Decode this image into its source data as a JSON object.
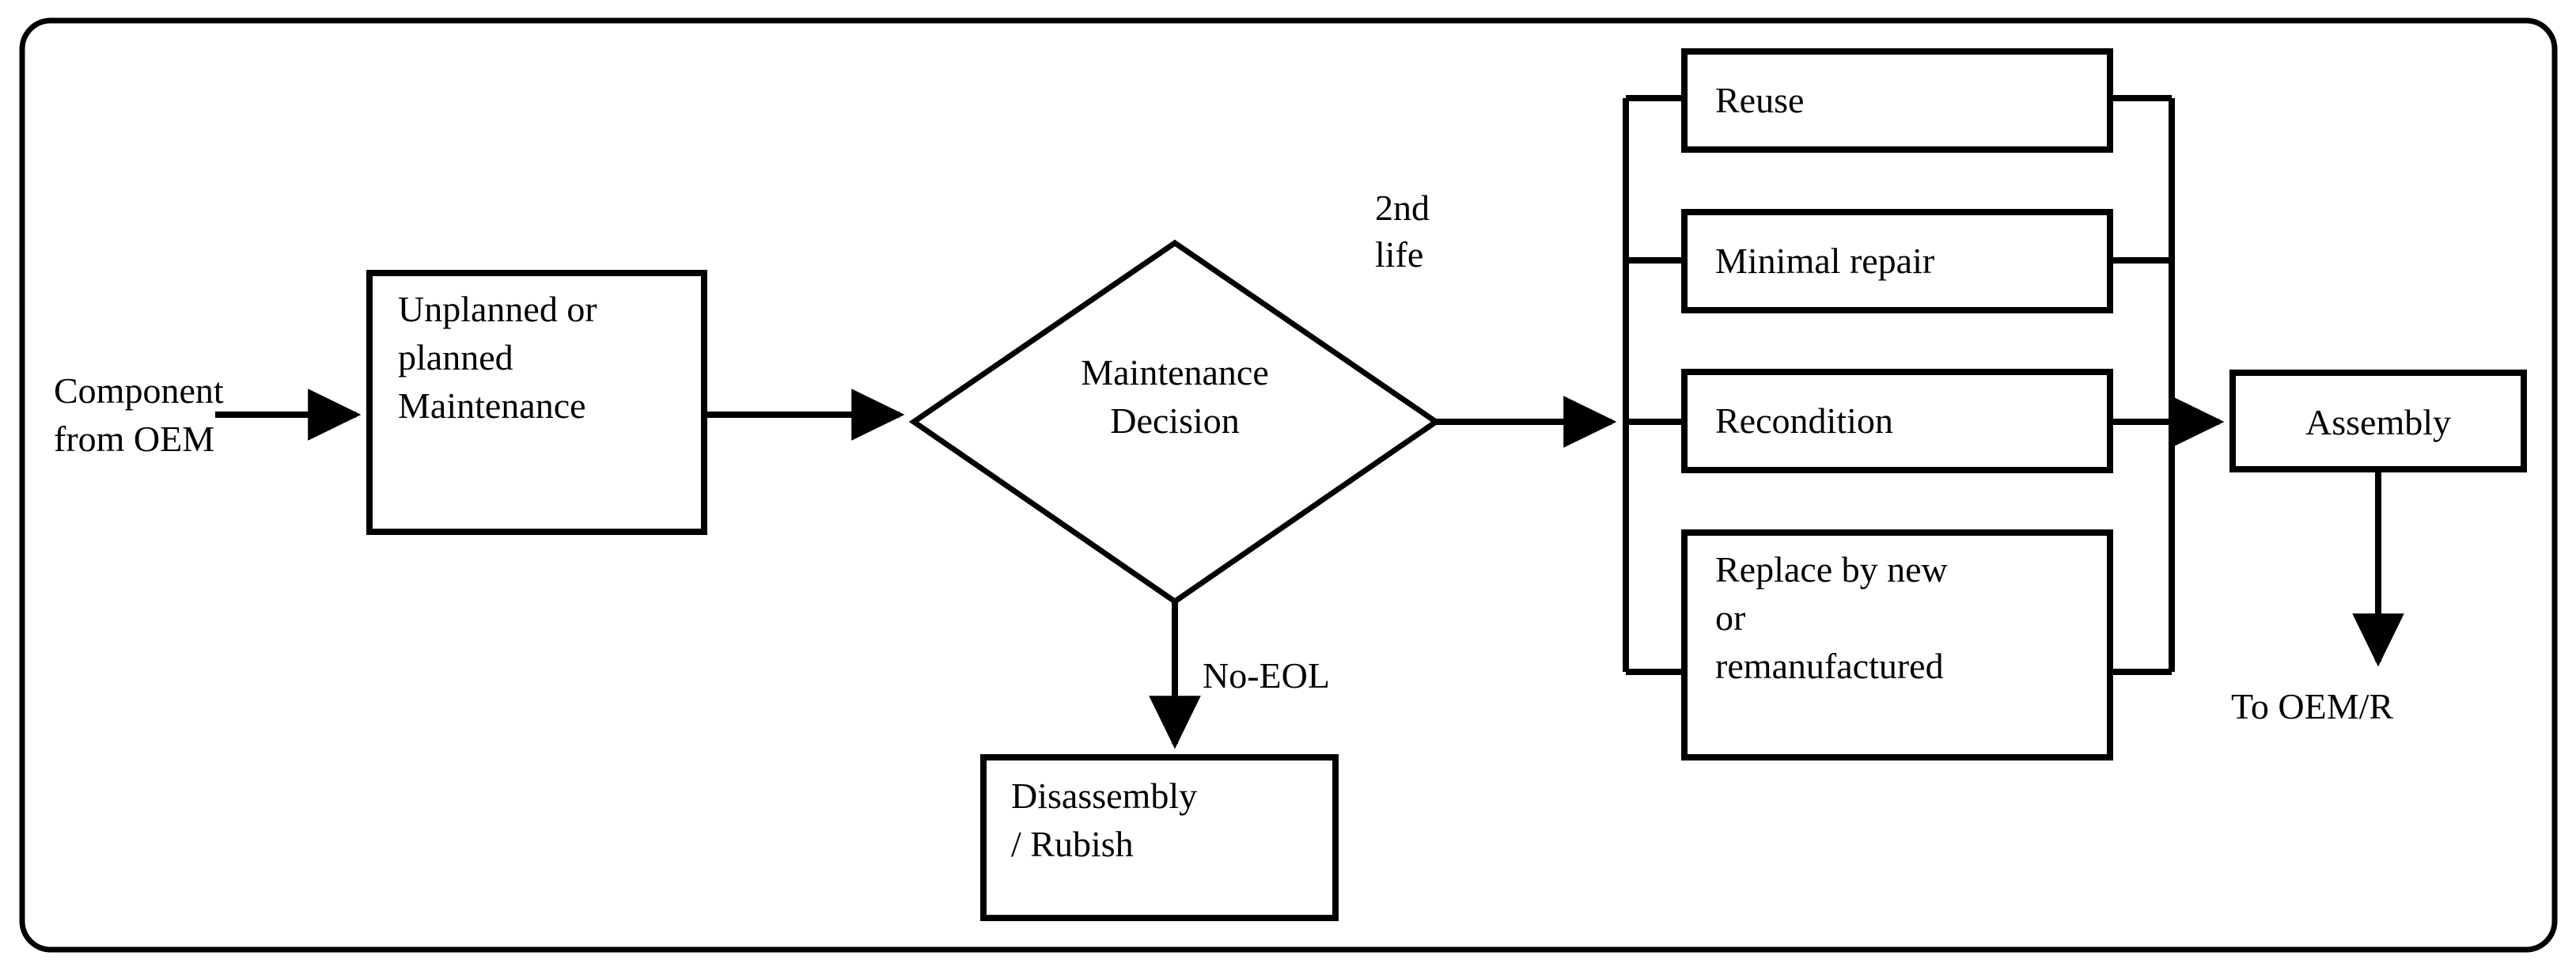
{
  "figure": {
    "kind": "process-flowchart",
    "title_visible": false,
    "border": {
      "style": "rounded-rectangle",
      "color": "#000000"
    },
    "stroke_color": "#000000",
    "fill_color": "#ffffff"
  },
  "nodes": {
    "source_text": "Component\nfrom OEM",
    "maintenance_box": "Unplanned or\nplanned\nMaintenance",
    "decision": "Maintenance\nDecision",
    "disassembly": "Disassembly\n/ Rubish",
    "assembly": "Assembly",
    "sink_text": "To OEM/R"
  },
  "options": {
    "items": [
      {
        "label": "Reuse"
      },
      {
        "label": "Minimal repair"
      },
      {
        "label": "Recondition"
      },
      {
        "label": "Replace by new\nor\nremanufactured"
      }
    ]
  },
  "edge_labels": {
    "second_life": "2nd\nlife",
    "no_eol": "No-EOL"
  },
  "flow": {
    "sequence": [
      "Component from OEM",
      "Unplanned or planned Maintenance",
      "Maintenance Decision",
      "2nd life -> Reuse / Minimal repair / Recondition / Replace by new or remanufactured",
      "Assembly",
      "To OEM/R"
    ],
    "branch": "No-EOL -> Disassembly / Rubish"
  }
}
